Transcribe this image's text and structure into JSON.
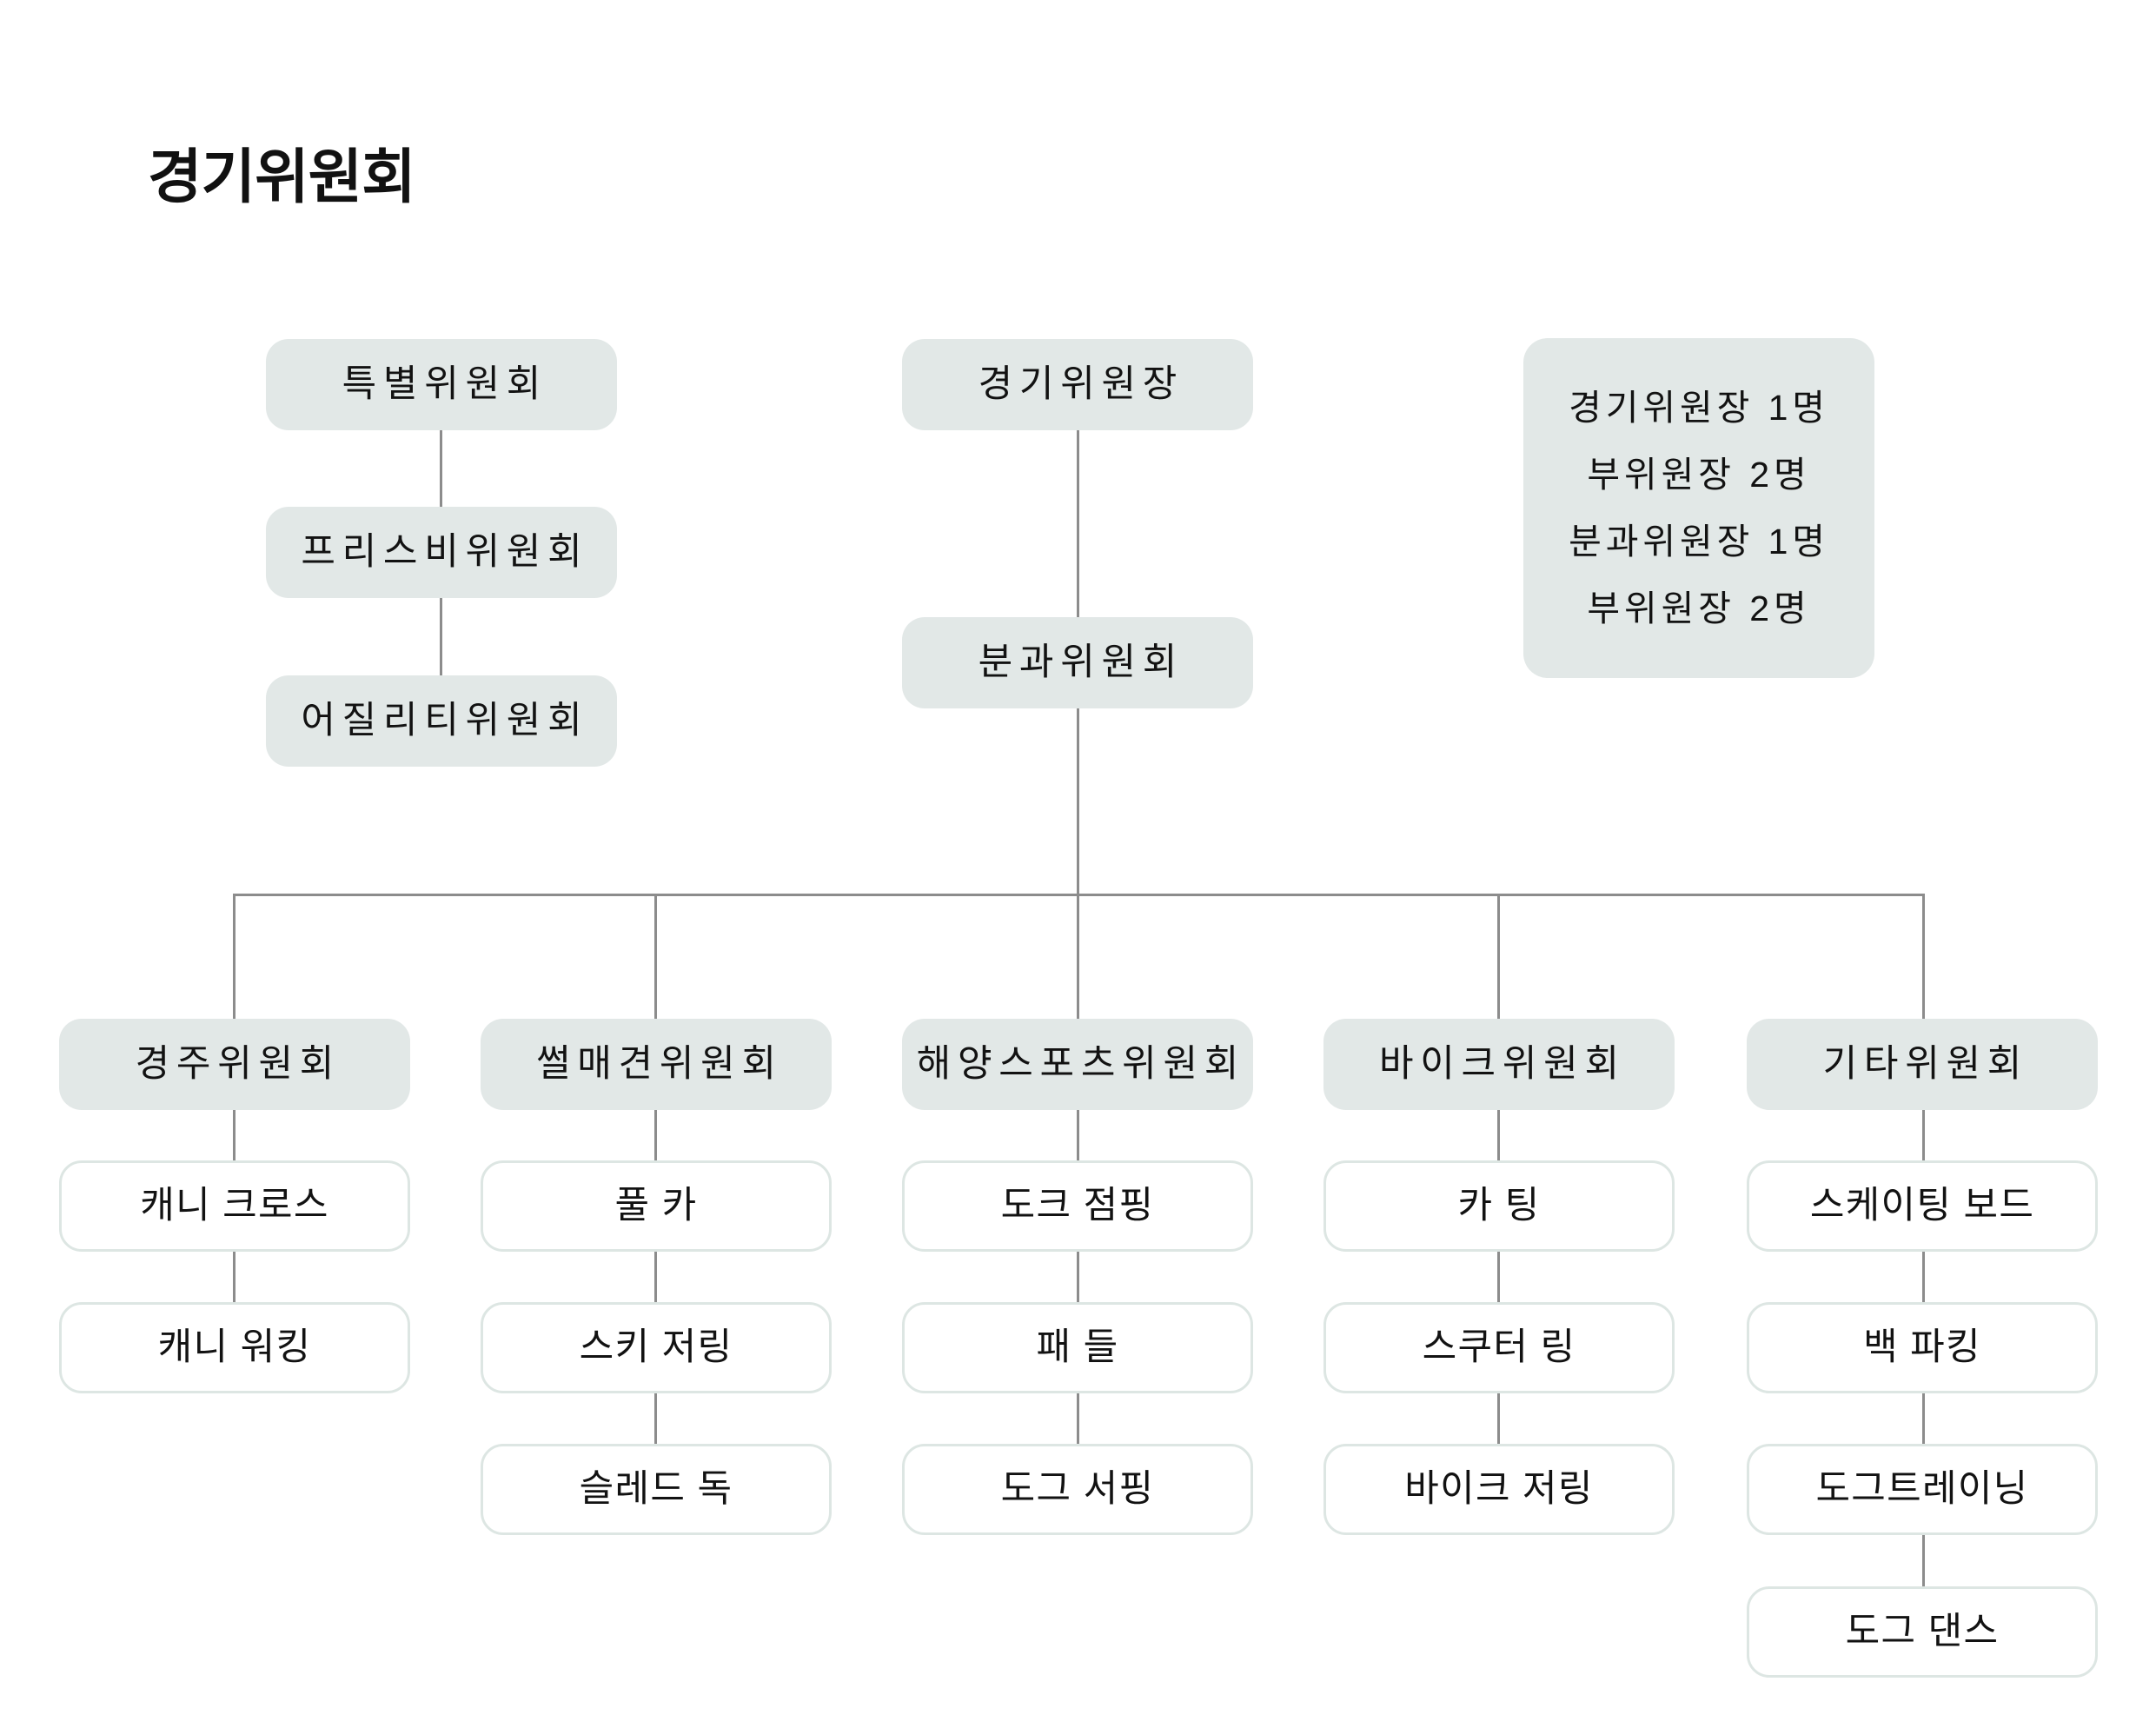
{
  "title": "경기위원회",
  "colors": {
    "box_fill": "#e2e8e7",
    "box_border": "#dde6e3",
    "connector": "#8c8c8c",
    "text": "#121212",
    "background": "#ffffff"
  },
  "special_branch": {
    "nodes": [
      {
        "label": "특별위원회"
      },
      {
        "label": "프리스비위원회"
      },
      {
        "label": "어질리티위원회"
      }
    ]
  },
  "main_branch": {
    "chair": "경기위원장",
    "sub": "분과위원회"
  },
  "info_box": {
    "lines": [
      "경기위원장 1명",
      "부위원장 2명",
      "분과위원장 1명",
      "부위원장 2명"
    ]
  },
  "committees": [
    {
      "name": "경주위원회",
      "items": [
        "캐니 크로스",
        "캐니 워킹"
      ]
    },
    {
      "name": "썰매견위원회",
      "items": [
        "풀 카",
        "스키 저링",
        "슬레드 독"
      ]
    },
    {
      "name": "해양스포츠위원회",
      "items": [
        "도크 점핑",
        "패 들",
        "도그 서핑"
      ]
    },
    {
      "name": "바이크위원회",
      "items": [
        "카 팅",
        "스쿠터 링",
        "바이크 저링"
      ]
    },
    {
      "name": "기타위원회",
      "items": [
        "스케이팅 보드",
        "백 파킹",
        "도그트레이닝",
        "도그 댄스"
      ]
    }
  ]
}
